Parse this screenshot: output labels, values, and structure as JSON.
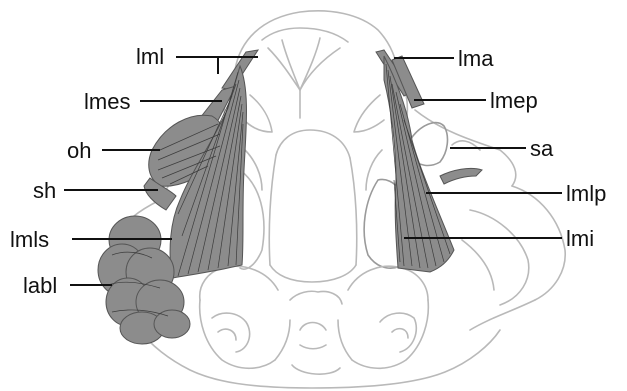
{
  "labels": {
    "lml": "lml",
    "lmes": "lmes",
    "oh": "oh",
    "sh": "sh",
    "lmls": "lmls",
    "labl": "labl",
    "lma": "lma",
    "lmep": "lmep",
    "sa": "sa",
    "lmlp": "lmlp",
    "lmi": "lmi"
  },
  "colors": {
    "outline": "#b9b9b9",
    "muscle": "#8c8c8c",
    "fiber": "#3c3c3c",
    "leader": "#111111"
  }
}
